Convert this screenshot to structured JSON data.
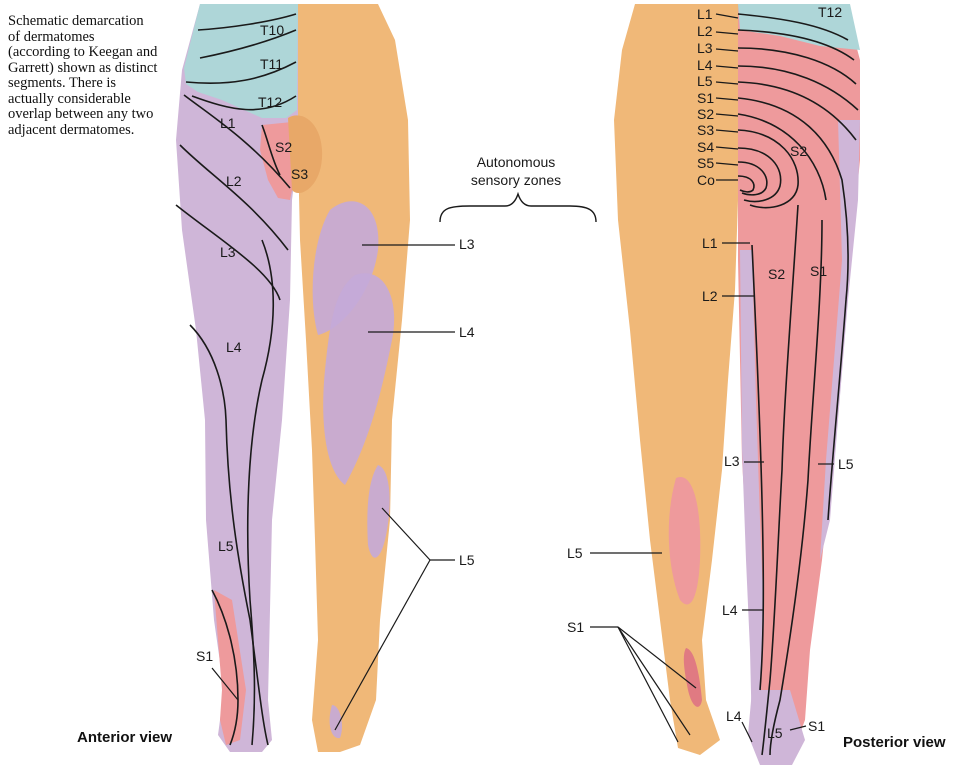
{
  "caption": "Schematic demarcation of dermatomes (according to Keegan and Garrett) shown as distinct segments. There is actually considerable overlap between any two adjacent dermatomes.",
  "autonomous_label": [
    "Autonomous",
    "sensory zones"
  ],
  "views": {
    "anterior": "Anterior view",
    "posterior": "Posterior view"
  },
  "anterior_labels": {
    "T10": "T10",
    "T11": "T11",
    "T12": "T12",
    "L1": "L1",
    "S2": "S2",
    "S3": "S3",
    "L2": "L2",
    "L3": "L3",
    "L4": "L4",
    "L5": "L5",
    "S1": "S1"
  },
  "anterior_autonomous": {
    "L3": "L3",
    "L4": "L4",
    "L5": "L5"
  },
  "posterior_labels": {
    "T12": "T12",
    "L1": "L1",
    "L2": "L2",
    "L3": "L3",
    "L4": "L4",
    "L5": "L5",
    "S1": "S1",
    "S2": "S2",
    "S3": "S3",
    "S4": "S4",
    "S5": "S5",
    "Co": "Co",
    "S2_buttock": "S2",
    "L1_thigh": "L1",
    "L2_thigh": "L2",
    "S2_thigh": "S2",
    "S1_thigh": "S1",
    "L3_leg": "L3",
    "L5_leg": "L5",
    "L4_leg": "L4",
    "L5_calf": "L5",
    "S1_heel": "S1",
    "L4_foot": "L4",
    "L5_foot": "L5",
    "S1_foot": "S1"
  },
  "colors": {
    "skin": "#f0b878",
    "skin_dark": "#d9955a",
    "thoracic": "#aed6d8",
    "lumbar": "#cfb6d8",
    "sacral": "#ee9a9c",
    "line": "#1a1a1a"
  }
}
